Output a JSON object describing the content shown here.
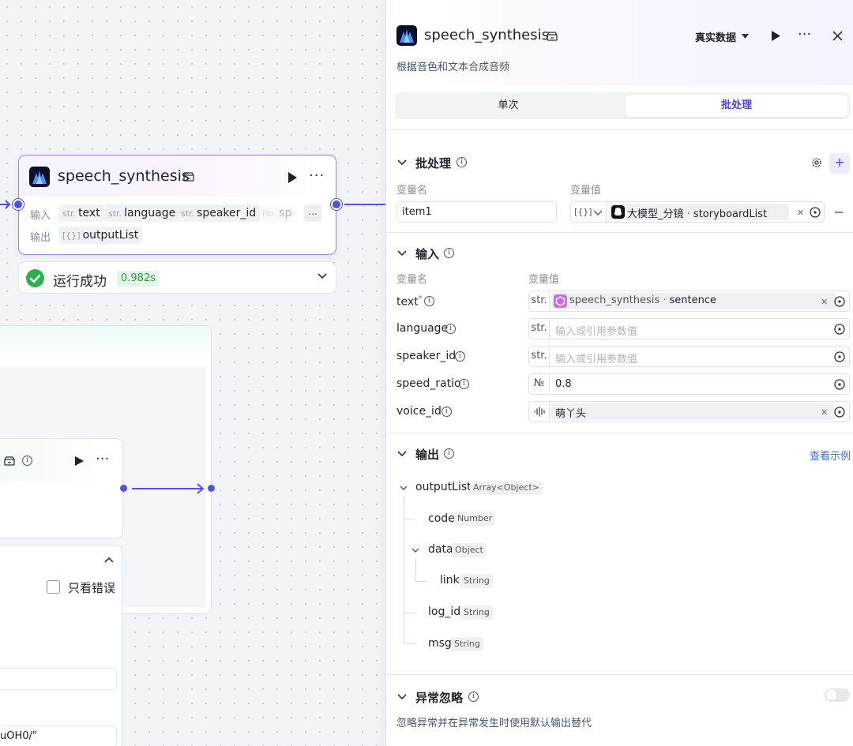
{
  "node": {
    "title": "speech_synthesis",
    "input_label": "输入",
    "output_label": "输出",
    "inputs": [
      {
        "type": "str.",
        "name": "text"
      },
      {
        "type": "str.",
        "name": "language"
      },
      {
        "type": "str.",
        "name": "speaker_id"
      },
      {
        "type": "No.",
        "name": "sp"
      }
    ],
    "more_inputs": "...",
    "output": {
      "type": "[{}]",
      "name": "outputList"
    }
  },
  "status": {
    "text": "运行成功",
    "time": "0.982s",
    "color": "#2eb04f"
  },
  "log_panel": {
    "only_errors": "只看错误",
    "code_snippet": "uOH0/\""
  },
  "side": {
    "title": "speech_synthesis",
    "data_mode": "真实数据",
    "description": "根据音色和文本合成音频",
    "tabs": [
      {
        "label": "单次"
      },
      {
        "label": "批处理"
      }
    ],
    "active_tab": 1,
    "batch": {
      "title": "批处理",
      "col_name": "变量名",
      "col_value": "变量值",
      "item_name": "item1",
      "ref_type": "[{}]",
      "ref_node": "大模型_分镜",
      "ref_sep": " · ",
      "ref_var": "storyboardList"
    },
    "input": {
      "title": "输入",
      "col_name": "变量名",
      "col_value": "变量值",
      "rows": [
        {
          "name": "text",
          "required": "*",
          "type": "str.",
          "ref_node": "speech_synthesis",
          "ref_sep": " · ",
          "ref_var": "sentence"
        },
        {
          "name": "language",
          "type": "str.",
          "placeholder": "输入或引用参数值"
        },
        {
          "name": "speaker_id",
          "type": "str.",
          "placeholder": "输入或引用参数值"
        },
        {
          "name": "speed_ratio",
          "type": "№",
          "value": "0.8"
        },
        {
          "name": "voice_id",
          "type": "voice",
          "value": "萌丫头"
        }
      ]
    },
    "output": {
      "title": "输出",
      "view_example": "查看示例",
      "tree": [
        {
          "name": "outputList",
          "type": "Array<Object>"
        },
        {
          "name": "code",
          "type": "Number"
        },
        {
          "name": "data",
          "type": "Object"
        },
        {
          "name": "link",
          "type": "String"
        },
        {
          "name": "log_id",
          "type": "String"
        },
        {
          "name": "msg",
          "type": "String"
        }
      ]
    },
    "exception": {
      "title": "异常忽略",
      "description": "忽略异常并在异常发生时使用默认输出替代"
    }
  },
  "colors": {
    "accent": "#4e40e5",
    "port": "#4e50e6",
    "success": "#2eb04f",
    "link": "#3b6ef5"
  },
  "icons": [
    "logo-icon",
    "store-icon",
    "run-icon",
    "more-icon",
    "close-icon",
    "info-icon",
    "gear-icon",
    "plus-icon",
    "chevron-down-icon",
    "target-icon",
    "clear-icon",
    "voice-wave-icon"
  ]
}
